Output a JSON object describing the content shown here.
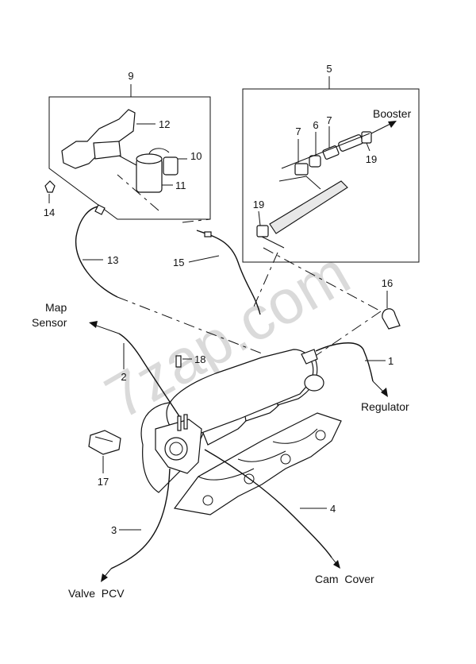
{
  "watermark": "7zap.com",
  "callouts": {
    "c1": "1",
    "c2": "2",
    "c3": "3",
    "c4": "4",
    "c5": "5",
    "c6": "6",
    "c7a": "7",
    "c7b": "7",
    "c9": "9",
    "c10": "10",
    "c11": "11",
    "c12": "12",
    "c13": "13",
    "c14": "14",
    "c15": "15",
    "c16": "16",
    "c17": "17",
    "c18": "18",
    "c19a": "19",
    "c19b": "19"
  },
  "destinations": {
    "booster": "Booster",
    "map_line1": "Map",
    "map_line2": "Sensor",
    "regulator": "Regulator",
    "cam_cover": "Cam  Cover",
    "valve_pcv": "Valve  PCV"
  }
}
